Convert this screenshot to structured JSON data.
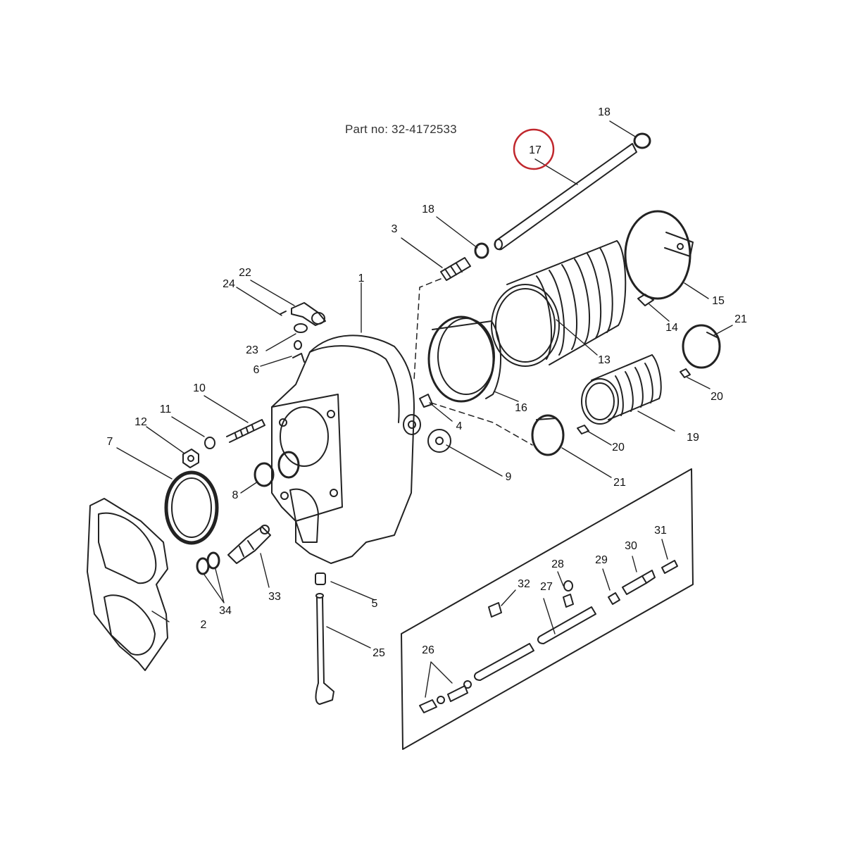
{
  "header": {
    "part_number_text": "Part no: 32-4172533"
  },
  "highlight": {
    "label": "17",
    "color": "#c0272d"
  },
  "callouts": [
    {
      "id": "c1",
      "text": "1"
    },
    {
      "id": "c2",
      "text": "2"
    },
    {
      "id": "c3",
      "text": "3"
    },
    {
      "id": "c4",
      "text": "4"
    },
    {
      "id": "c5",
      "text": "5"
    },
    {
      "id": "c6",
      "text": "6"
    },
    {
      "id": "c7",
      "text": "7"
    },
    {
      "id": "c8",
      "text": "8"
    },
    {
      "id": "c9",
      "text": "9"
    },
    {
      "id": "c10",
      "text": "10"
    },
    {
      "id": "c11",
      "text": "11"
    },
    {
      "id": "c12",
      "text": "12"
    },
    {
      "id": "c13",
      "text": "13"
    },
    {
      "id": "c14",
      "text": "14"
    },
    {
      "id": "c15",
      "text": "15"
    },
    {
      "id": "c16",
      "text": "16"
    },
    {
      "id": "c18a",
      "text": "18"
    },
    {
      "id": "c18b",
      "text": "18"
    },
    {
      "id": "c19",
      "text": "19"
    },
    {
      "id": "c20a",
      "text": "20"
    },
    {
      "id": "c20b",
      "text": "20"
    },
    {
      "id": "c21a",
      "text": "21"
    },
    {
      "id": "c21b",
      "text": "21"
    },
    {
      "id": "c22",
      "text": "22"
    },
    {
      "id": "c23",
      "text": "23"
    },
    {
      "id": "c24",
      "text": "24"
    },
    {
      "id": "c25",
      "text": "25"
    },
    {
      "id": "c26",
      "text": "26"
    },
    {
      "id": "c27",
      "text": "27"
    },
    {
      "id": "c28",
      "text": "28"
    },
    {
      "id": "c29",
      "text": "29"
    },
    {
      "id": "c30",
      "text": "30"
    },
    {
      "id": "c31",
      "text": "31"
    },
    {
      "id": "c32",
      "text": "32"
    },
    {
      "id": "c33",
      "text": "33"
    },
    {
      "id": "c34",
      "text": "34"
    }
  ]
}
